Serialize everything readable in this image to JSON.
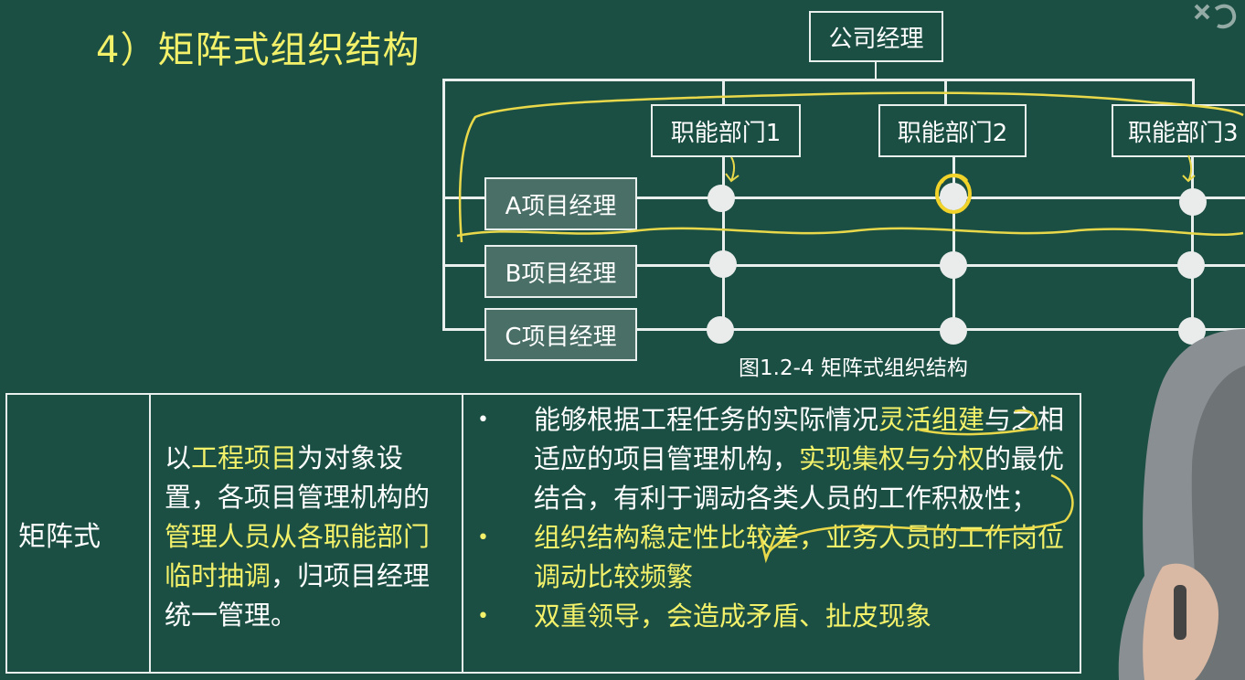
{
  "title": "4）矩阵式组织结构",
  "org_chart": {
    "top": "公司经理",
    "departments": [
      "职能部门1",
      "职能部门2",
      "职能部门3"
    ],
    "project_managers": [
      "A项目经理",
      "B项目经理",
      "C项目经理"
    ],
    "caption": "图1.2-4 矩阵式组织结构"
  },
  "table": {
    "type_label": "矩阵式",
    "description_parts": [
      {
        "text": "以",
        "highlight": false
      },
      {
        "text": "工程项目",
        "highlight": true
      },
      {
        "text": "为对象设置，各项目管理机构的",
        "highlight": false
      },
      {
        "text": "管理人员从各职能部门临时抽调",
        "highlight": true
      },
      {
        "text": "，归项目经理统一管理。",
        "highlight": false
      }
    ],
    "features": [
      {
        "bullet": "•",
        "parts": [
          {
            "text": "能够根据工程任务的实际情况",
            "highlight": false
          },
          {
            "text": "灵活组建",
            "highlight": true
          },
          {
            "text": "与之相适应的项目管理机构，",
            "highlight": false
          },
          {
            "text": "实现集权与分权",
            "highlight": true
          },
          {
            "text": "的最优结合，有利于调动各类人员的工作积极性；",
            "highlight": false
          }
        ],
        "color": "white"
      },
      {
        "bullet": "•",
        "parts": [
          {
            "text": "组织结构稳定性比较差，业务人员的工作岗位调动比较频繁",
            "highlight": true
          }
        ],
        "color": "yellow"
      },
      {
        "bullet": "•",
        "parts": [
          {
            "text": "双重领导，会造成矛盾、扯皮现象",
            "highlight": true
          }
        ],
        "color": "yellow"
      }
    ]
  },
  "colors": {
    "background": "#1c4f44",
    "highlight": "#f3f16a",
    "line": "#e9efec",
    "pm_box": "#4a6f67"
  }
}
